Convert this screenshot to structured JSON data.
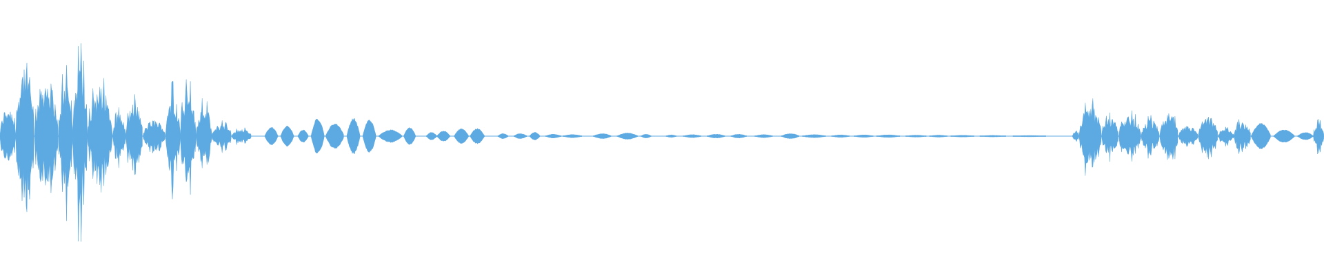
{
  "waveform": {
    "color": "#5DA9E1",
    "background": "#FFFFFF",
    "segments": [
      {
        "start": 0.0,
        "end": 0.012,
        "amp": 0.3,
        "kind": "noise"
      },
      {
        "start": 0.012,
        "end": 0.026,
        "amp": 0.72,
        "kind": "noise"
      },
      {
        "start": 0.026,
        "end": 0.044,
        "amp": 0.58,
        "kind": "noise"
      },
      {
        "start": 0.044,
        "end": 0.055,
        "amp": 0.55,
        "kind": "noise"
      },
      {
        "start": 0.055,
        "end": 0.066,
        "amp": 0.72,
        "kind": "noise"
      },
      {
        "start": 0.066,
        "end": 0.085,
        "amp": 0.48,
        "kind": "noise"
      },
      {
        "start": 0.085,
        "end": 0.095,
        "amp": 0.22,
        "kind": "noise"
      },
      {
        "start": 0.095,
        "end": 0.108,
        "amp": 0.32,
        "kind": "noise"
      },
      {
        "start": 0.108,
        "end": 0.125,
        "amp": 0.16,
        "kind": "noise"
      },
      {
        "start": 0.125,
        "end": 0.136,
        "amp": 0.42,
        "kind": "noise"
      },
      {
        "start": 0.136,
        "end": 0.148,
        "amp": 0.45,
        "kind": "noise"
      },
      {
        "start": 0.148,
        "end": 0.16,
        "amp": 0.3,
        "kind": "noise"
      },
      {
        "start": 0.16,
        "end": 0.175,
        "amp": 0.12,
        "kind": "noise"
      },
      {
        "start": 0.175,
        "end": 0.19,
        "amp": 0.07,
        "kind": "noise"
      },
      {
        "start": 0.2,
        "end": 0.21,
        "amp": 0.07,
        "kind": "blob"
      },
      {
        "start": 0.212,
        "end": 0.222,
        "amp": 0.08,
        "kind": "blob"
      },
      {
        "start": 0.225,
        "end": 0.233,
        "amp": 0.05,
        "kind": "blob"
      },
      {
        "start": 0.235,
        "end": 0.245,
        "amp": 0.14,
        "kind": "blob"
      },
      {
        "start": 0.246,
        "end": 0.26,
        "amp": 0.1,
        "kind": "blob"
      },
      {
        "start": 0.262,
        "end": 0.272,
        "amp": 0.14,
        "kind": "blob"
      },
      {
        "start": 0.274,
        "end": 0.284,
        "amp": 0.13,
        "kind": "blob"
      },
      {
        "start": 0.286,
        "end": 0.304,
        "amp": 0.05,
        "kind": "blob"
      },
      {
        "start": 0.305,
        "end": 0.314,
        "amp": 0.07,
        "kind": "blob"
      },
      {
        "start": 0.322,
        "end": 0.33,
        "amp": 0.03,
        "kind": "blob"
      },
      {
        "start": 0.33,
        "end": 0.34,
        "amp": 0.04,
        "kind": "blob"
      },
      {
        "start": 0.343,
        "end": 0.354,
        "amp": 0.06,
        "kind": "blob"
      },
      {
        "start": 0.355,
        "end": 0.366,
        "amp": 0.06,
        "kind": "blob"
      },
      {
        "start": 0.376,
        "end": 0.384,
        "amp": 0.02,
        "kind": "blob"
      },
      {
        "start": 0.388,
        "end": 0.398,
        "amp": 0.02,
        "kind": "blob"
      },
      {
        "start": 0.4,
        "end": 0.408,
        "amp": 0.03,
        "kind": "blob"
      },
      {
        "start": 0.412,
        "end": 0.424,
        "amp": 0.015,
        "kind": "blob"
      },
      {
        "start": 0.425,
        "end": 0.44,
        "amp": 0.012,
        "kind": "blob"
      },
      {
        "start": 0.448,
        "end": 0.462,
        "amp": 0.02,
        "kind": "blob"
      },
      {
        "start": 0.466,
        "end": 0.482,
        "amp": 0.025,
        "kind": "blob"
      },
      {
        "start": 0.484,
        "end": 0.492,
        "amp": 0.015,
        "kind": "blob"
      },
      {
        "start": 0.503,
        "end": 0.511,
        "amp": 0.01,
        "kind": "blob"
      },
      {
        "start": 0.516,
        "end": 0.53,
        "amp": 0.012,
        "kind": "blob"
      },
      {
        "start": 0.534,
        "end": 0.548,
        "amp": 0.015,
        "kind": "blob"
      },
      {
        "start": 0.552,
        "end": 0.564,
        "amp": 0.015,
        "kind": "blob"
      },
      {
        "start": 0.57,
        "end": 0.584,
        "amp": 0.012,
        "kind": "blob"
      },
      {
        "start": 0.59,
        "end": 0.604,
        "amp": 0.02,
        "kind": "blob"
      },
      {
        "start": 0.606,
        "end": 0.624,
        "amp": 0.012,
        "kind": "blob"
      },
      {
        "start": 0.628,
        "end": 0.642,
        "amp": 0.01,
        "kind": "blob"
      },
      {
        "start": 0.645,
        "end": 0.66,
        "amp": 0.01,
        "kind": "blob"
      },
      {
        "start": 0.662,
        "end": 0.68,
        "amp": 0.01,
        "kind": "blob"
      },
      {
        "start": 0.684,
        "end": 0.7,
        "amp": 0.008,
        "kind": "blob"
      },
      {
        "start": 0.702,
        "end": 0.716,
        "amp": 0.008,
        "kind": "blob"
      },
      {
        "start": 0.718,
        "end": 0.736,
        "amp": 0.007,
        "kind": "blob"
      },
      {
        "start": 0.74,
        "end": 0.76,
        "amp": 0.006,
        "kind": "blob"
      },
      {
        "start": 0.765,
        "end": 0.79,
        "amp": 0.005,
        "kind": "blob"
      },
      {
        "start": 0.81,
        "end": 0.815,
        "amp": 0.06,
        "kind": "noise"
      },
      {
        "start": 0.815,
        "end": 0.832,
        "amp": 0.3,
        "kind": "noise"
      },
      {
        "start": 0.832,
        "end": 0.845,
        "amp": 0.18,
        "kind": "noise"
      },
      {
        "start": 0.845,
        "end": 0.862,
        "amp": 0.2,
        "kind": "noise"
      },
      {
        "start": 0.862,
        "end": 0.876,
        "amp": 0.16,
        "kind": "noise"
      },
      {
        "start": 0.876,
        "end": 0.89,
        "amp": 0.22,
        "kind": "noise"
      },
      {
        "start": 0.89,
        "end": 0.905,
        "amp": 0.1,
        "kind": "noise"
      },
      {
        "start": 0.905,
        "end": 0.92,
        "amp": 0.19,
        "kind": "noise"
      },
      {
        "start": 0.92,
        "end": 0.932,
        "amp": 0.07,
        "kind": "noise"
      },
      {
        "start": 0.932,
        "end": 0.945,
        "amp": 0.15,
        "kind": "noise"
      },
      {
        "start": 0.945,
        "end": 0.96,
        "amp": 0.1,
        "kind": "blob"
      },
      {
        "start": 0.962,
        "end": 0.978,
        "amp": 0.05,
        "kind": "blob"
      },
      {
        "start": 0.98,
        "end": 0.992,
        "amp": 0.03,
        "kind": "blob"
      },
      {
        "start": 0.992,
        "end": 1.0,
        "amp": 0.13,
        "kind": "noise"
      }
    ]
  }
}
